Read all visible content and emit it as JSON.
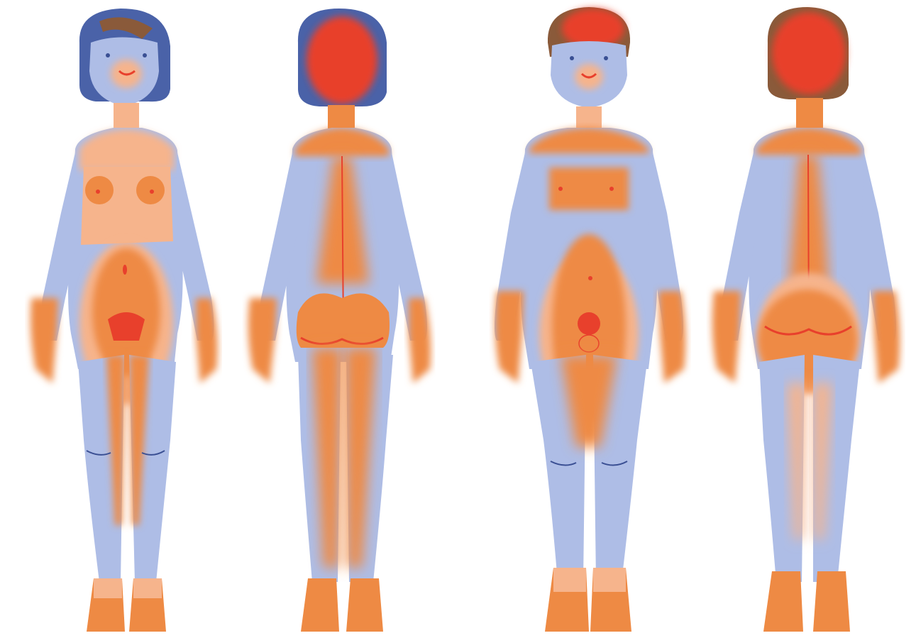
{
  "colors": {
    "background": "#ffffff",
    "not_sensitive": "#aebde6",
    "mild_sensitive": "#f6b48c",
    "moderate_sensitive": "#ee8a44",
    "very_sensitive": "#e8402c",
    "hair_female": "#4a62a8",
    "hair_male": "#8a5a3a",
    "outline": "#3a4f93"
  },
  "figures": [
    {
      "id": "female-front",
      "view": "front",
      "sex": "female"
    },
    {
      "id": "female-back",
      "view": "back",
      "sex": "female"
    },
    {
      "id": "male-front",
      "view": "front",
      "sex": "male"
    },
    {
      "id": "male-back",
      "view": "back",
      "sex": "male"
    }
  ]
}
